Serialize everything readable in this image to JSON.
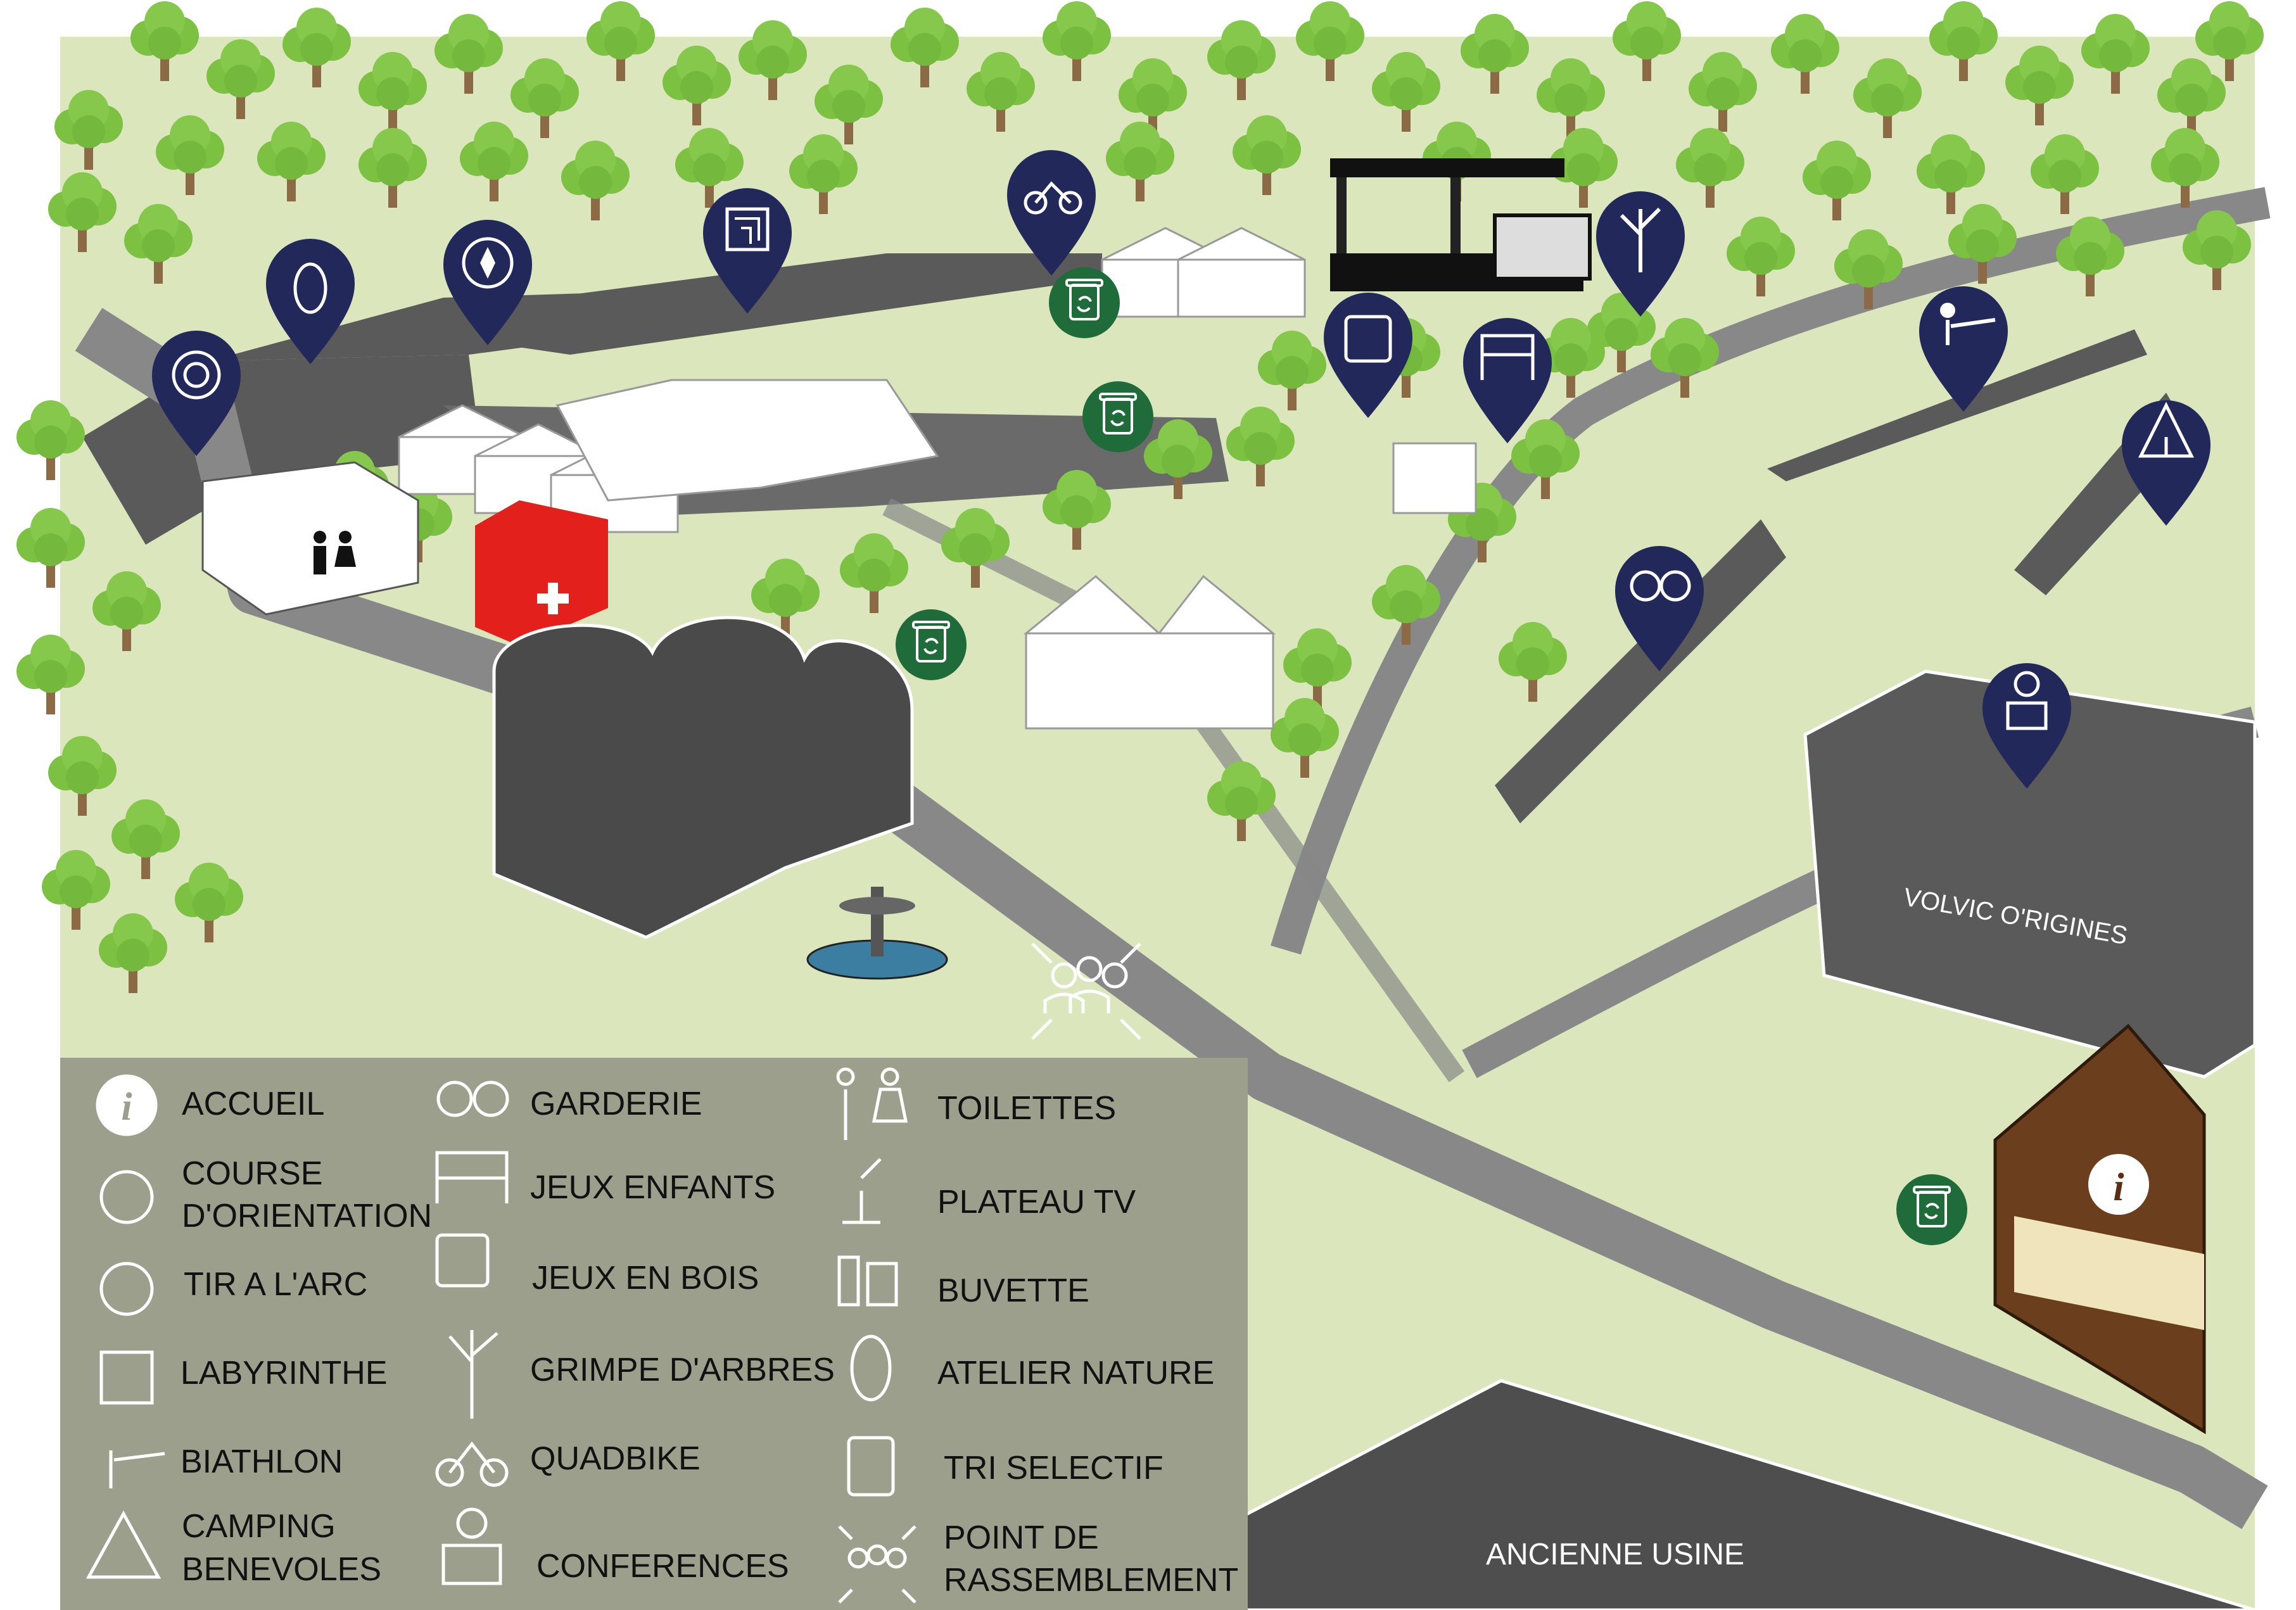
{
  "colors": {
    "background": "#ffffff",
    "grass": "#dbe6bd",
    "road": "#888888",
    "plot": "#5a5a5a",
    "building_dark": "#4a4a4a",
    "tree": "#7cc142",
    "trunk": "#8b6a45",
    "pin": "#22285a",
    "recycle": "#1f6b3a",
    "red_cross": "#e3201b",
    "cabin": "#6b3f1e",
    "legend_bg": "#9b9f8c"
  },
  "buildings": {
    "volvic": "VOLVIC O'RIGINES",
    "usine": "ANCIENNE USINE"
  },
  "legend": {
    "col1": [
      {
        "icon": "info-icon",
        "label": "ACCUEIL"
      },
      {
        "icon": "compass-icon",
        "label": "COURSE",
        "label2": "D'ORIENTATION"
      },
      {
        "icon": "target-icon",
        "label": "TIR A L'ARC"
      },
      {
        "icon": "maze-icon",
        "label": "LABYRINTHE"
      },
      {
        "icon": "rifle-shooter-icon",
        "label": "BIATHLON"
      },
      {
        "icon": "tent-icon",
        "label": "CAMPING",
        "label2": "BENEVOLES"
      }
    ],
    "col2": [
      {
        "icon": "children-icon",
        "label": "GARDERIE"
      },
      {
        "icon": "playground-icon",
        "label": "JEUX ENFANTS"
      },
      {
        "icon": "dice-chess-icon",
        "label": "JEUX EN BOIS"
      },
      {
        "icon": "tree-climb-icon",
        "label": "GRIMPE D'ARBRES"
      },
      {
        "icon": "quadbike-icon",
        "label": "QUADBIKE"
      },
      {
        "icon": "speaker-podium-icon",
        "label": "CONFERENCES"
      }
    ],
    "col3": [
      {
        "icon": "toilets-icon",
        "label": "TOILETTES"
      },
      {
        "icon": "microphone-icon",
        "label": "PLATEAU TV"
      },
      {
        "icon": "drinks-icon",
        "label": "BUVETTE"
      },
      {
        "icon": "puffin-icon",
        "label": "ATELIER NATURE"
      },
      {
        "icon": "recycle-bin-icon",
        "label": "TRI SELECTIF"
      },
      {
        "icon": "assembly-point-icon",
        "label": "POINT DE",
        "label2": "RASSEMBLEMENT"
      }
    ]
  }
}
